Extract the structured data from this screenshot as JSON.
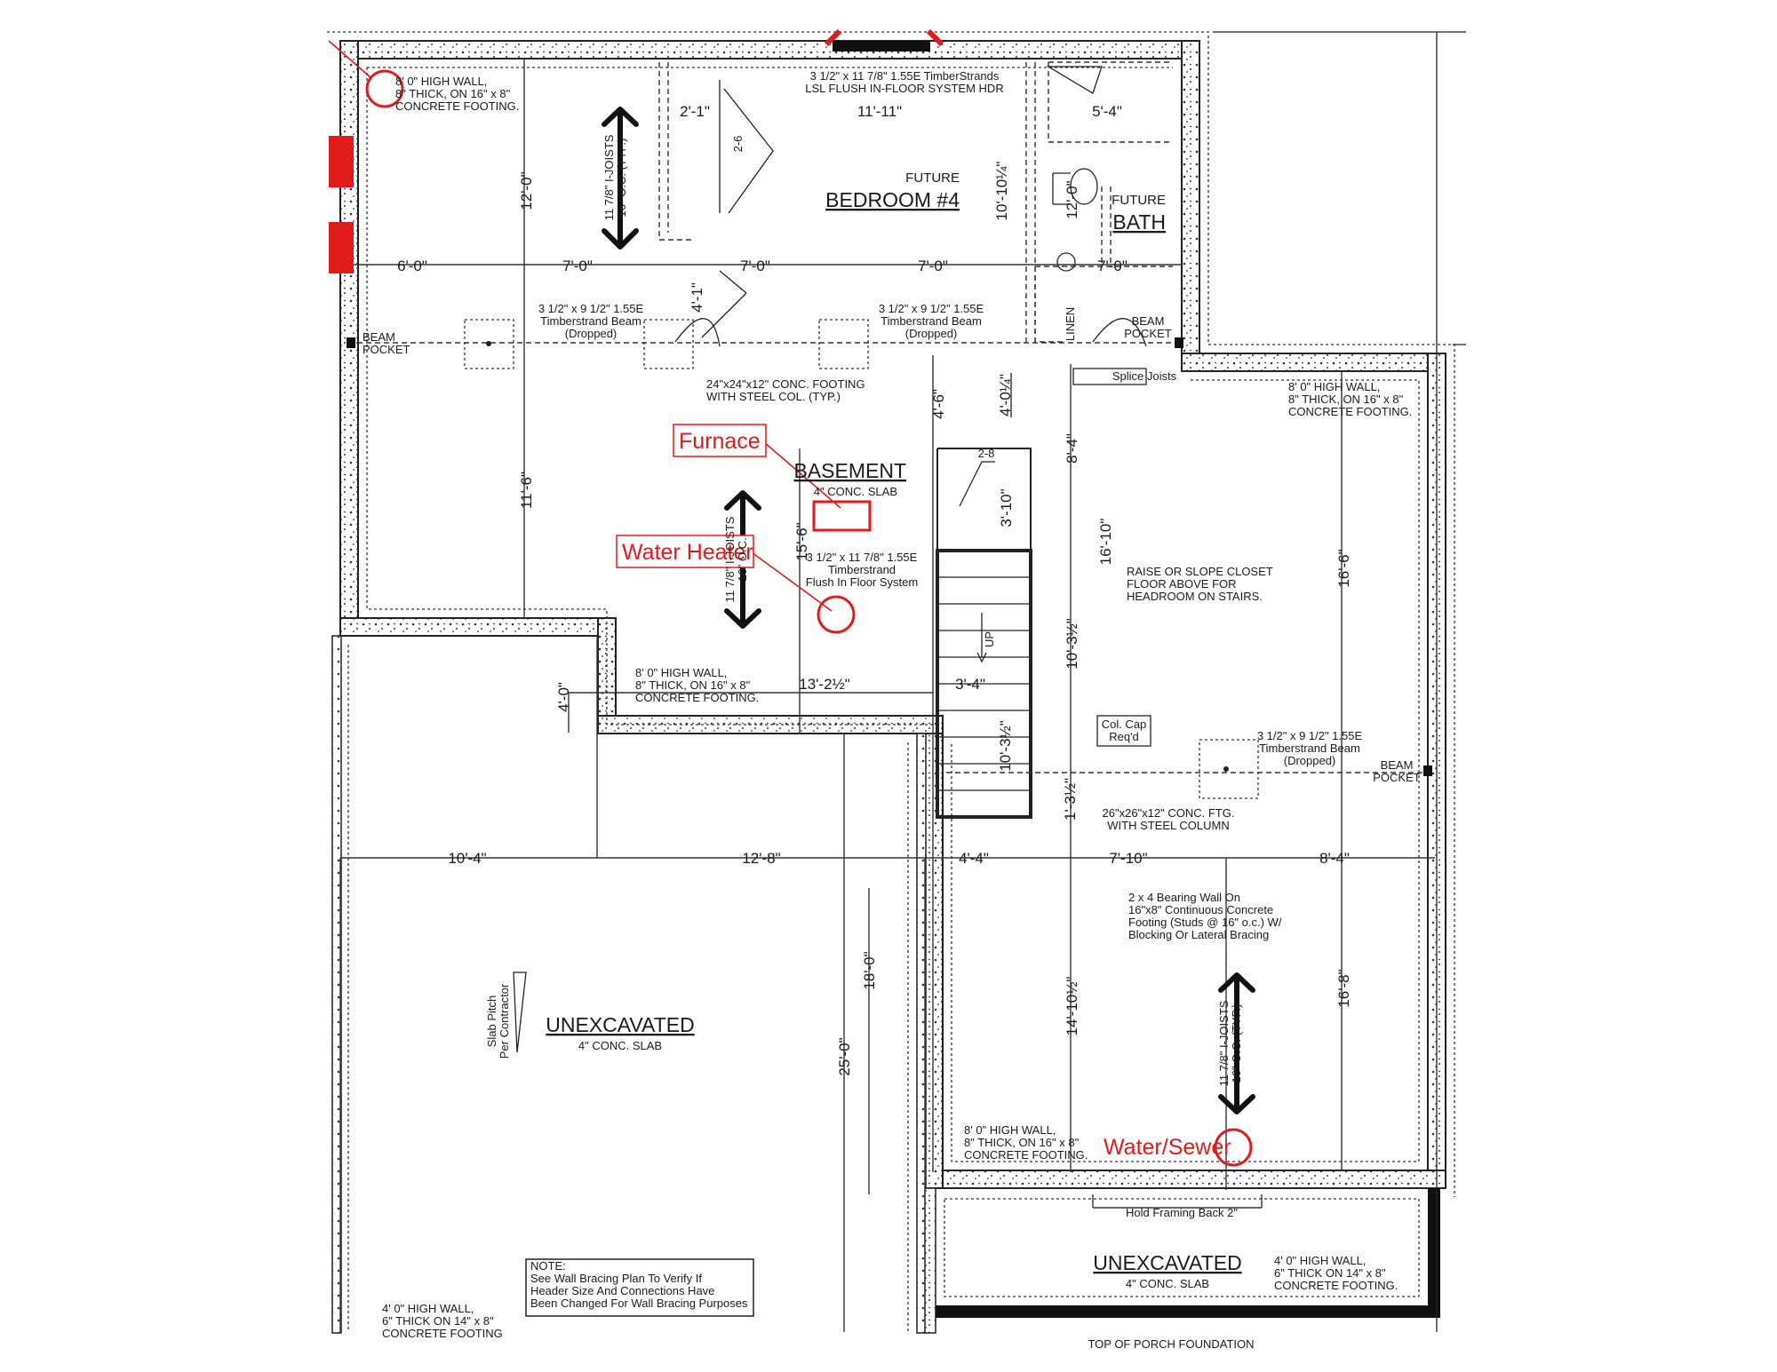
{
  "labels": {
    "bedroom_future": "FUTURE",
    "bedroom": "BEDROOM #4",
    "bath_future": "FUTURE",
    "bath": "BATH",
    "basement": "BASEMENT",
    "basement_slab": "4\" CONC. SLAB",
    "unexc_left": "UNEXCAVATED",
    "unexc_left_slab": "4\" CONC. SLAB",
    "unexc_right": "UNEXCAVATED",
    "unexc_right_slab": "4\" CONC. SLAB"
  },
  "annotations": {
    "furnace": "Furnace",
    "water_heater": "Water Heater",
    "water_sewer": "Water/Sewer"
  },
  "notes": {
    "wall_tl": [
      "8' 0\" HIGH WALL,",
      "8\" THICK, ON 16\" x 8\"",
      "CONCRETE FOOTING."
    ],
    "hdr": [
      "3 1/2\" x 11 7/8\" 1.55E TimberStrands",
      "LSL FLUSH IN-FLOOR SYSTEM HDR"
    ],
    "beam_left": [
      "3 1/2\" x 9 1/2\" 1.55E",
      "Timberstrand Beam",
      "(Dropped)"
    ],
    "beam_mid": [
      "3 1/2\" x 9 1/2\" 1.55E",
      "Timberstrand Beam",
      "(Dropped)"
    ],
    "beam_pocket": [
      "BEAM",
      "POCKET"
    ],
    "footing_col": [
      "24\"x24\"x12\" CONC. FOOTING",
      "WITH STEEL COL. (TYP.)"
    ],
    "splice": "Splice Joists",
    "wall_r": [
      "8' 0\" HIGH WALL,",
      "8\" THICK, ON 16\" x 8\"",
      "CONCRETE FOOTING."
    ],
    "flush": [
      "3 1/2\" x 11 7/8\" 1.55E",
      "Timberstrand",
      "Flush In Floor System"
    ],
    "closet": [
      "RAISE OR SLOPE CLOSET",
      "FLOOR ABOVE FOR",
      "HEADROOM ON STAIRS."
    ],
    "wall_mid": [
      "8' 0\" HIGH WALL,",
      "8\" THICK, ON 16\" x 8\"",
      "CONCRETE FOOTING."
    ],
    "col_cap": [
      "Col. Cap",
      "Req'd"
    ],
    "beam_right": [
      "3 1/2\" x 9 1/2\" 1.55E",
      "Timberstrand Beam",
      "(Dropped)"
    ],
    "ftg_col": [
      "26\"x26\"x12\" CONC. FTG.",
      "WITH STEEL COLUMN"
    ],
    "bearing": [
      "2 x 4 Bearing Wall On",
      "16\"x8\" Continuous Concrete",
      "Footing (Studs @ 16\" o.c.) W/",
      "Blocking Or Lateral Bracing"
    ],
    "slab_pitch": [
      "Slab Pitch",
      "Per Contractor"
    ],
    "wall_br": [
      "8' 0\" HIGH WALL,",
      "8\" THICK, ON 16\" x 8\"",
      "CONCRETE FOOTING."
    ],
    "hold": "Hold Framing Back 2\"",
    "wall_4ft": [
      "4' 0\" HIGH WALL,",
      "6\" THICK ON 14\" x 8\"",
      "CONCRETE FOOTING."
    ],
    "note_box": [
      "NOTE:",
      "See Wall Bracing Plan To Verify If",
      "Header Size And Connections Have",
      "Been Changed For Wall Bracing Purposes"
    ],
    "wall_bl": [
      "4' 0\" HIGH WALL,",
      "6\" THICK ON 14\" x 8\"",
      "CONCRETE FOOTING"
    ],
    "joist_1": [
      "11 7/8\" I-JOISTS",
      "16\" O.C. (TYP.)"
    ],
    "joist_2": [
      "11 7/8\" I-JOISTS",
      "16\" O.C."
    ],
    "joist_3": [
      "11 7/8\" I-JOISTS",
      "16\" O.C. (TYP.)"
    ],
    "stair_up": "UP",
    "door_26": "2-6",
    "door_28": "2-8",
    "linen": "LINEN",
    "porch": "TOP OF PORCH FOUNDATION"
  },
  "dimensions": {
    "d_6_0": "6'-0\"",
    "d_7_0a": "7'-0\"",
    "d_7_0b": "7'-0\"",
    "d_7_0c": "7'-0\"",
    "d_7_0d": "7'-0\"",
    "d_2_1": "2'-1\"",
    "d_11_11": "11'-11\"",
    "d_5_4": "5'-4\"",
    "d_12_0": "12'-0\"",
    "d_10_10q": "10'-10¼\"",
    "d_4_1": "4'-1\"",
    "d_4_6": "4'-6\"",
    "d_4_0q": "4'-0¼\"",
    "d_11_6": "11'-6\"",
    "d_15_6": "15'-6\"",
    "d_3_10": "3'-10\"",
    "d_8_4v": "8'-4\"",
    "d_16_10": "16'-10\"",
    "d_16_6": "16'-6\"",
    "d_10_3h": "10'-3½\"",
    "d_4_0": "4'-0\"",
    "d_13_2h": "13'-2½\"",
    "d_3_4": "3'-4\"",
    "d_10_3h2": "10'-3½\"",
    "d_1_3h": "1'-3½\"",
    "d_10_4": "10'-4\"",
    "d_12_8": "12'-8\"",
    "d_4_4": "4'-4\"",
    "d_7_10": "7'-10\"",
    "d_8_4": "8'-4\"",
    "d_18_0": "18'-0\"",
    "d_25_0": "25'-0\"",
    "d_14_10h": "14'-10½\"",
    "d_16_8": "16'-8\""
  },
  "colors": {
    "annotation": "#e01b1b",
    "line": "#222222"
  }
}
